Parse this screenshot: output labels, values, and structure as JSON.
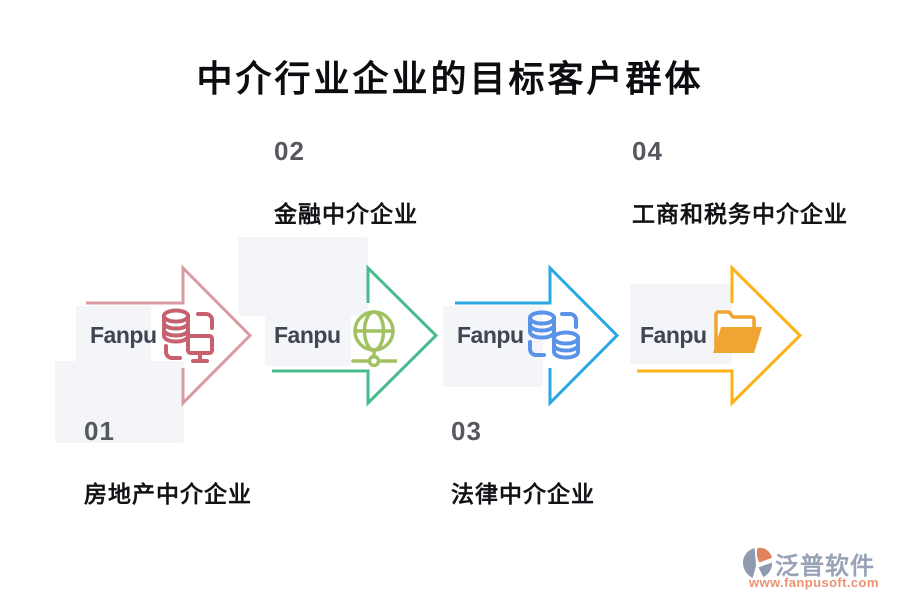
{
  "title": "中介行业企业的目标客户群体",
  "brand_label": "Fanpu",
  "steps": [
    {
      "number": "01",
      "label": "房地产中介企业",
      "arrow_color": "#d99ba1",
      "icon_color": "#c6616f",
      "icon": "database-monitor-icon"
    },
    {
      "number": "02",
      "label": "金融中介企业",
      "arrow_color": "#47bb8d",
      "icon_color": "#a2c162",
      "icon": "globe-network-icon"
    },
    {
      "number": "03",
      "label": "法律中介企业",
      "arrow_color": "#29a7e2",
      "icon_color": "#5b93e8",
      "icon": "database-sync-icon"
    },
    {
      "number": "04",
      "label": "工商和税务中介企业",
      "arrow_color": "#fcb116",
      "icon_color": "#f0a432",
      "icon": "open-folder-icon"
    }
  ],
  "footer": {
    "logo_text": "泛普软件",
    "website": "www.fanpusoft.com",
    "logo_blue": "#8f9ab0",
    "logo_orange": "#e2825e"
  }
}
